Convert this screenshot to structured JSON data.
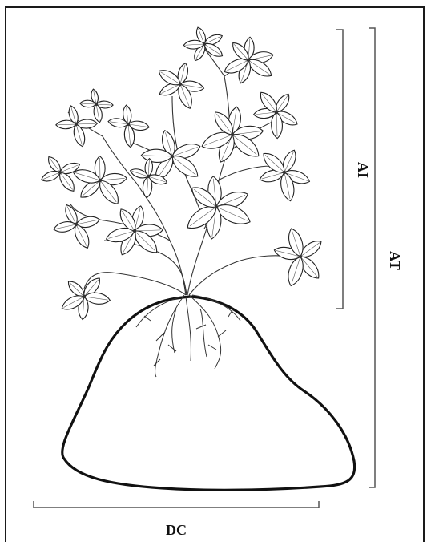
{
  "labels": {
    "ai": "AI",
    "at": "AT",
    "dc": "DC"
  },
  "icons": {
    "plant": "plant-illustration",
    "root_ball": "root-ball-outline"
  }
}
